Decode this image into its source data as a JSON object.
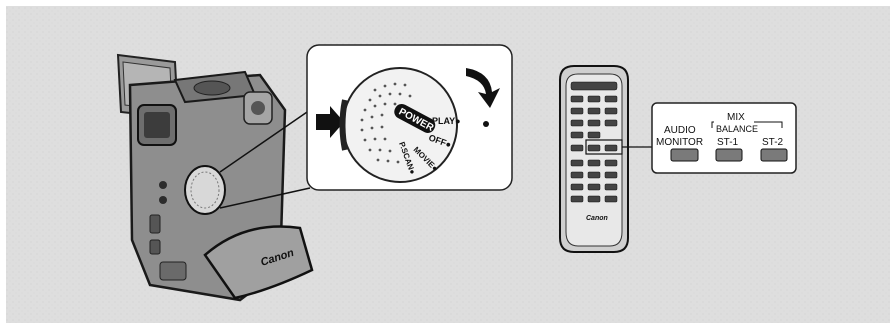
{
  "camcorder": {
    "brand": "Canon"
  },
  "power_dial": {
    "label_power": "POWER",
    "label_play": "PLAY●",
    "label_off": "OFF●",
    "label_movie": "MOVIE●",
    "label_pscan": "P.SCAN●"
  },
  "remote": {
    "brand": "Canon",
    "callout": {
      "audio_monitor_line1": "AUDIO",
      "audio_monitor_line2": "MONITOR",
      "mix_balance_line1": "MIX",
      "mix_balance_line2": "BALANCE",
      "st1": "ST-1",
      "st2": "ST-2"
    }
  },
  "colors": {
    "panel_bg": "#dcdcdc",
    "callout_bg": "#ffffff",
    "ink": "#111111",
    "body_gray": "#8c8c8c",
    "button_gray": "#7a7a7a"
  }
}
